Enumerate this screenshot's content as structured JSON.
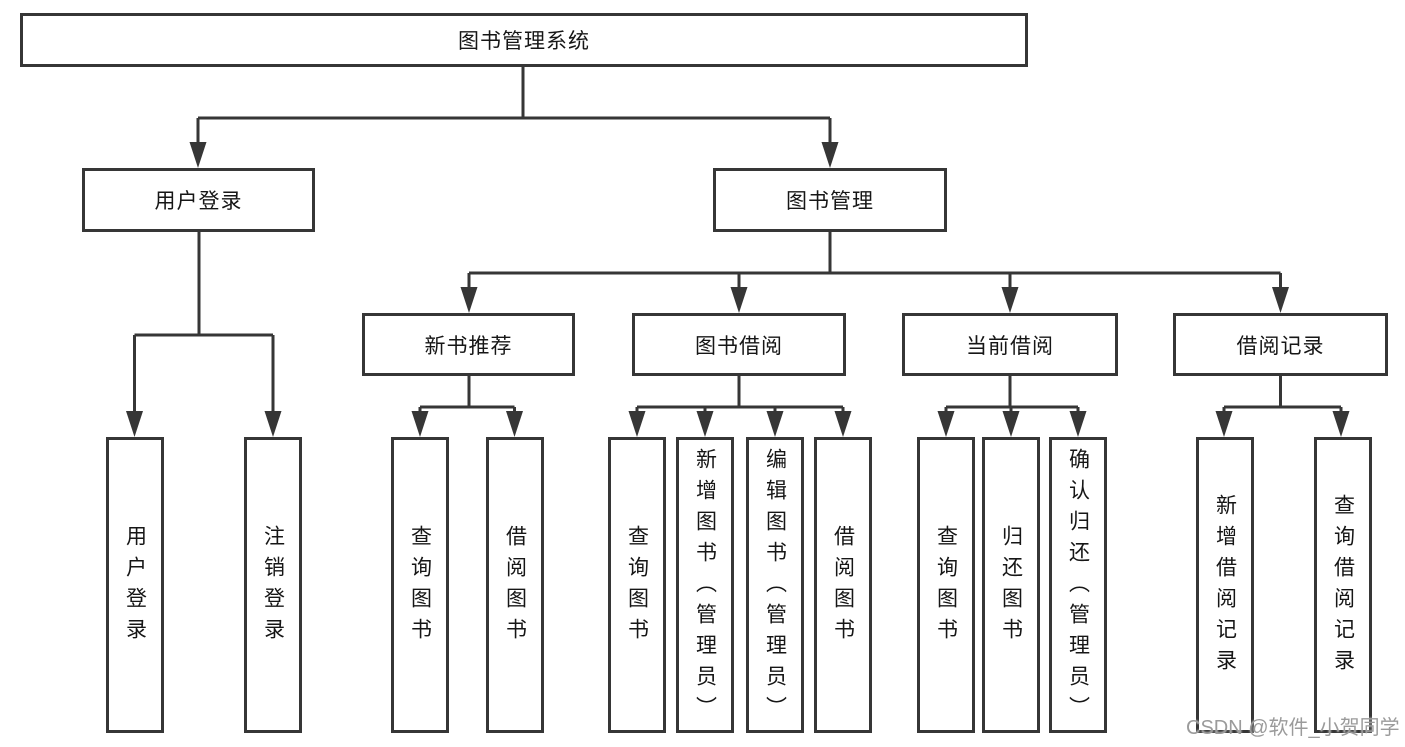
{
  "diagram": {
    "root": {
      "label": "图书管理系统"
    },
    "level2": [
      {
        "label": "用户登录"
      },
      {
        "label": "图书管理"
      }
    ],
    "level3": [
      {
        "label": "新书推荐"
      },
      {
        "label": "图书借阅"
      },
      {
        "label": "当前借阅"
      },
      {
        "label": "借阅记录"
      }
    ],
    "leaves": [
      {
        "label": "用户登录",
        "group": "用户登录"
      },
      {
        "label": "注销登录",
        "group": "用户登录"
      },
      {
        "label": "查询图书",
        "group": "新书推荐"
      },
      {
        "label": "借阅图书",
        "group": "新书推荐"
      },
      {
        "label": "查询图书",
        "group": "图书借阅"
      },
      {
        "label": "新增图书（管理员）",
        "group": "图书借阅"
      },
      {
        "label": "编辑图书（管理员）",
        "group": "图书借阅"
      },
      {
        "label": "借阅图书",
        "group": "图书借阅"
      },
      {
        "label": "查询图书",
        "group": "当前借阅"
      },
      {
        "label": "归还图书",
        "group": "当前借阅"
      },
      {
        "label": "确认归还（管理员）",
        "group": "当前借阅"
      },
      {
        "label": "新增借阅记录",
        "group": "借阅记录"
      },
      {
        "label": "查询借阅记录",
        "group": "借阅记录"
      }
    ]
  },
  "watermark": {
    "text": "CSDN @软件_小贺同学"
  },
  "colors": {
    "line": "#363636",
    "text": "#161616",
    "watermark": "#9b9b9b",
    "background": "#ffffff"
  }
}
